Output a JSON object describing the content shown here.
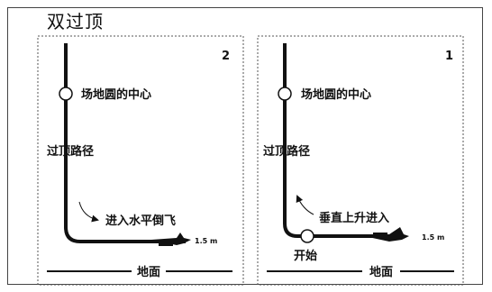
{
  "title": "双过顶",
  "panels": [
    {
      "number": "2",
      "circle_label": "场地圆的中心",
      "path_label": "过顶路径",
      "action_label": "进入水平倒飞",
      "height_label": "1.5 m",
      "ground_label": "地面"
    },
    {
      "number": "1",
      "circle_label": "场地圆的中心",
      "path_label": "过顶路径",
      "action_label": "垂直上升进入",
      "start_label": "开始",
      "height_label": "1.5 m",
      "ground_label": "地面"
    }
  ]
}
